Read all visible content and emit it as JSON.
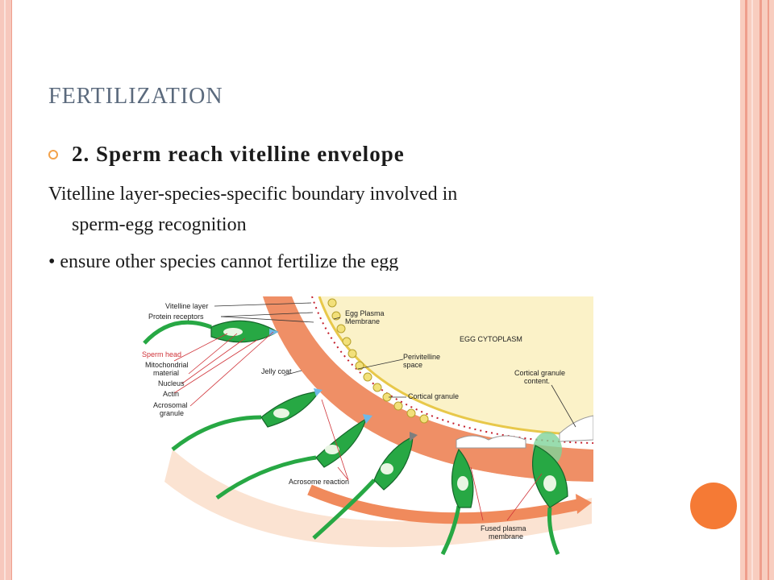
{
  "slide": {
    "title": "FERTILIZATION",
    "subheading": "2. Sperm reach vitelline envelope",
    "line1": "Vitelline layer-species-specific boundary involved in",
    "line2": "sperm-egg recognition",
    "line3": "• ensure other species cannot fertilize the egg"
  },
  "diagram": {
    "labels": {
      "vitelline_layer": "Vitelline layer",
      "protein_receptors": "Protein receptors",
      "sperm_head": "Sperm head",
      "mitochondrial": "Mitochondrial",
      "material": "material",
      "nucleus": "Nucleus",
      "actin": "Actin",
      "acrosomal": "Acrosomal",
      "granule": "granule",
      "jelly_coat": "Jelly coat",
      "egg_plasma": "Egg Plasma",
      "membrane": "Membrane",
      "egg_cytoplasm": "EGG CYTOPLASM",
      "perivitelline": "Perivitelline",
      "space": "space",
      "cortical_granule": "Cortical granule",
      "cortical_granule_content_1": "Cortical granule",
      "cortical_granule_content_2": "content.",
      "acrosome_reaction": "Acrosome reaction",
      "fused_plasma": "Fused plasma",
      "fused_membrane": "membrane"
    }
  },
  "colors": {
    "frame": "#f7c8bd",
    "title": "#5b6a7d",
    "bullet": "#f3a24b",
    "accent_dot": "#f57a35",
    "jelly_coat": "#f2926a",
    "cytoplasm": "#fbf3c9",
    "sperm": "#27a844"
  }
}
